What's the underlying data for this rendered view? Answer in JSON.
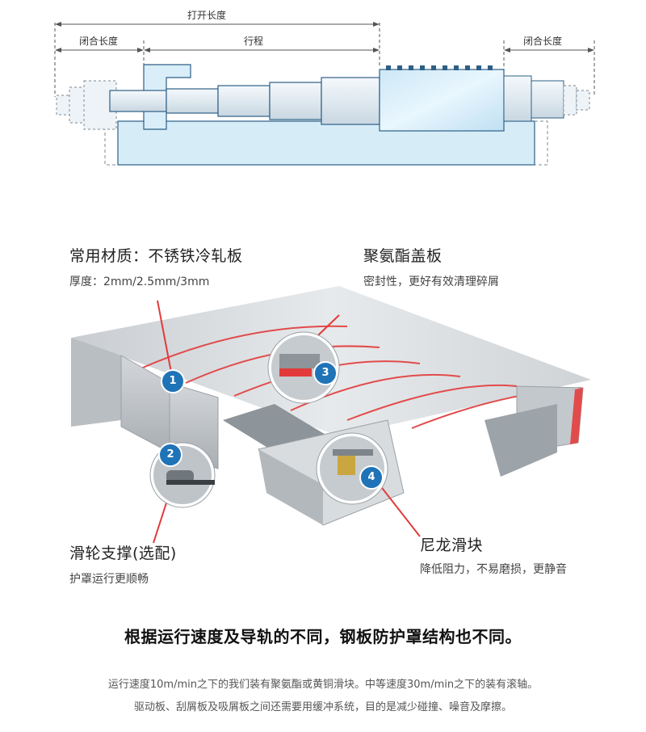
{
  "top_diagram": {
    "open_length": "打开长度",
    "closed_length_left": "闭合长度",
    "stroke": "行程",
    "closed_length_right": "闭合长度"
  },
  "callouts": {
    "c1": {
      "number": "1",
      "title": "常用材质：不锈铁冷轧板",
      "sub": "厚度：2mm/2.5mm/3mm"
    },
    "c2": {
      "number": "2",
      "title": "滑轮支撑(选配)",
      "sub": "护罩运行更顺畅"
    },
    "c3": {
      "number": "3",
      "title": "聚氨酯盖板",
      "sub": "密封性，更好有效清理碎屑"
    },
    "c4": {
      "number": "4",
      "title": "尼龙滑块",
      "sub": "降低阻力，不易磨损，更静音"
    }
  },
  "headline": "根据运行速度及导轨的不同，钢板防护罩结构也不同。",
  "notes": {
    "line1": "运行速度10m/min之下的我们装有聚氨酯或黄铜滑块。中等速度30m/min之下的装有滚轴。",
    "line2": "驱动板、刮屑板及吸屑板之间还需要用缓冲系统，目的是减少碰撞、噪音及摩擦。"
  },
  "colors": {
    "accent_blue": "#1f73b7",
    "callout_red": "#e23a3a",
    "machine_blue": "#d6edf8"
  }
}
